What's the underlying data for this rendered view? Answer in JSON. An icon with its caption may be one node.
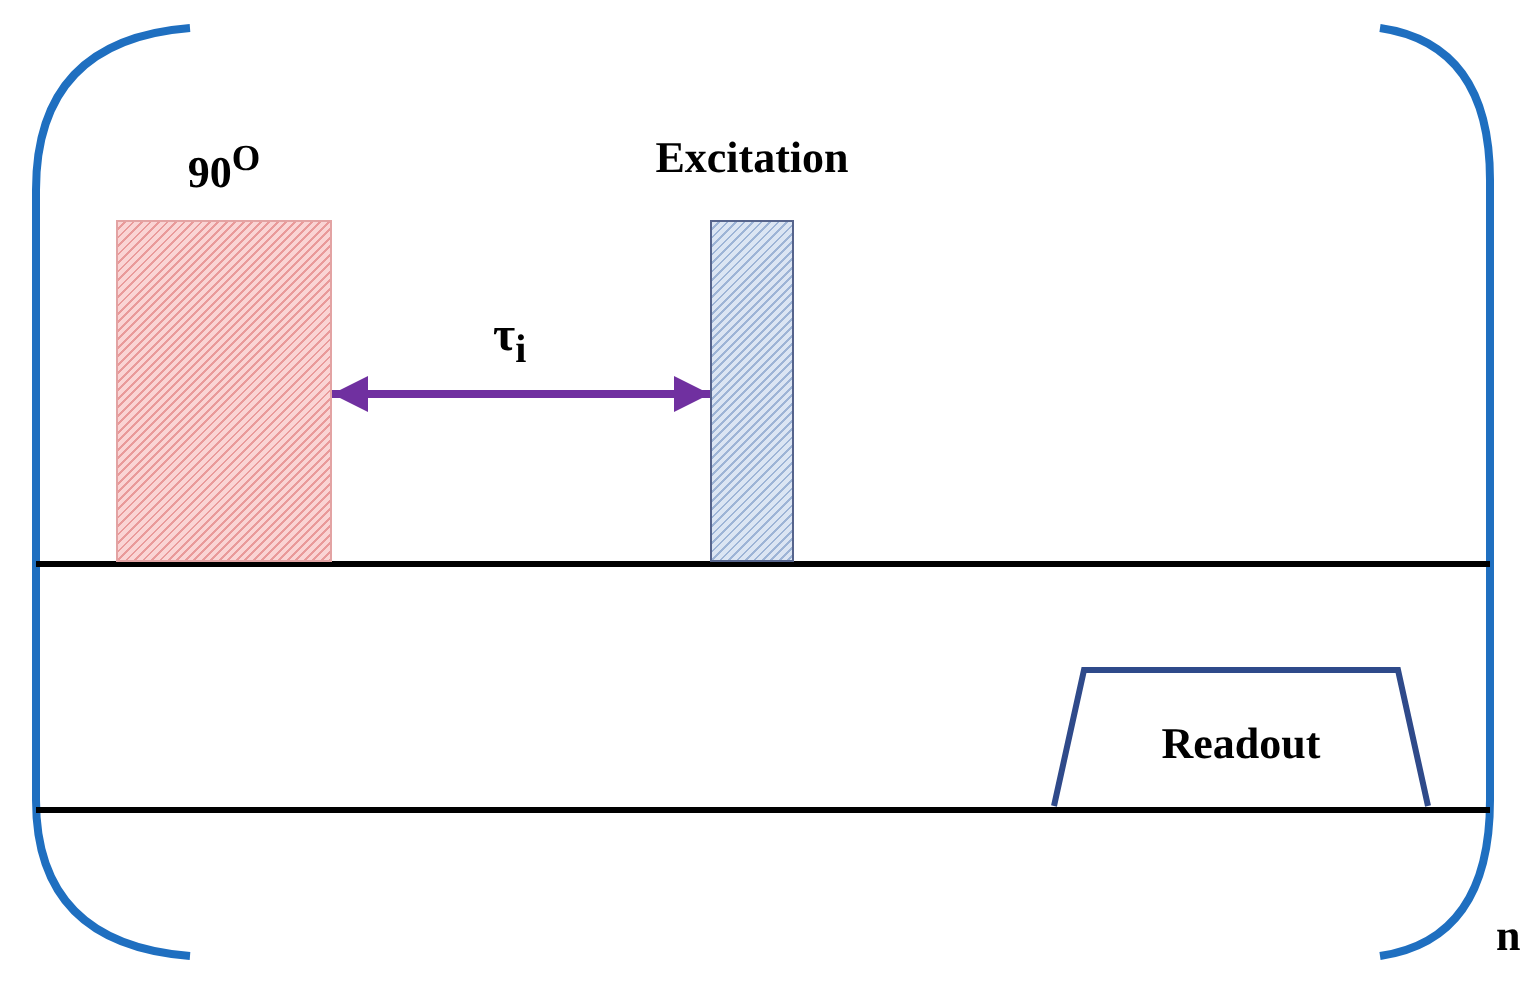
{
  "diagram": {
    "nodes": [
      {
        "text": [
          "90$^{O}$"
        ]
      },
      {
        "text": [
          "Excitation"
        ]
      },
      {
        "text": [
          "Readout"
        ]
      }
    ],
    "edges": [
      {
        "from": 0,
        "to": 1,
        "arrow": "both",
        "label": "τ$_{i}$",
        "color": "#7030a0"
      }
    ],
    "labels": [
      "n"
    ]
  }
}
